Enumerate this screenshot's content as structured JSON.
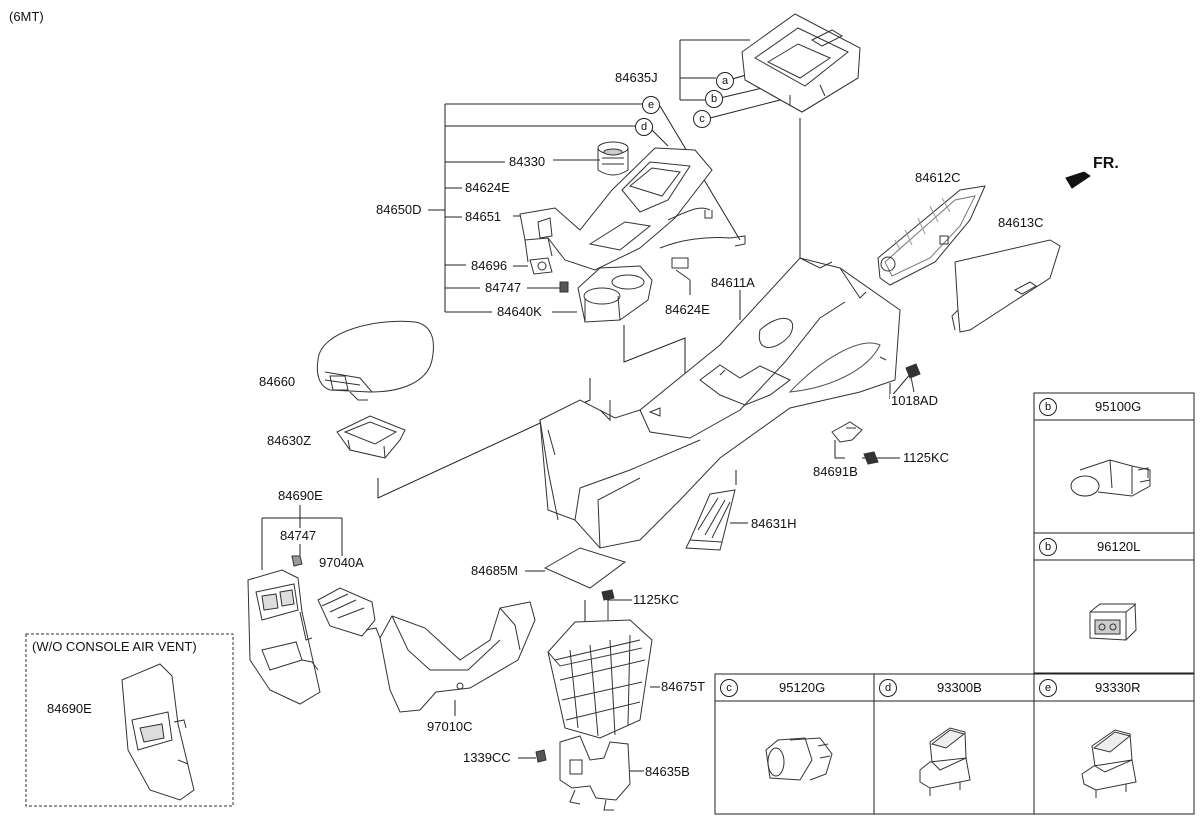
{
  "header": {
    "variant": "(6MT)"
  },
  "front_indicator": {
    "label": "FR."
  },
  "parts": {
    "p84635J": "84635J",
    "p84330": "84330",
    "p84624E_a": "84624E",
    "p84650D": "84650D",
    "p84651": "84651",
    "p84696": "84696",
    "p84747_a": "84747",
    "p84640K": "84640K",
    "p84624E_b": "84624E",
    "p84611A": "84611A",
    "p84612C": "84612C",
    "p84613C": "84613C",
    "p1018AD": "1018AD",
    "p84660": "84660",
    "p84630Z": "84630Z",
    "p84691B": "84691B",
    "p1125KC_a": "1125KC",
    "p84690E": "84690E",
    "p84747_b": "84747",
    "p97040A": "97040A",
    "p84631H": "84631H",
    "p84685M": "84685M",
    "p1125KC_b": "1125KC",
    "p84675T": "84675T",
    "p97010C": "97010C",
    "p1339CC": "1339CC",
    "p84635B": "84635B"
  },
  "callouts": {
    "a": "a",
    "b": "b",
    "c": "c",
    "d": "d",
    "e": "e"
  },
  "inset": {
    "title": "(W/O CONSOLE AIR VENT)",
    "part": "84690E"
  },
  "legend": [
    {
      "letter": "b",
      "part": "95100G"
    },
    {
      "letter": "b",
      "part": "96120L"
    },
    {
      "letter": "c",
      "part": "95120G"
    },
    {
      "letter": "d",
      "part": "93300B"
    },
    {
      "letter": "e",
      "part": "93330R"
    }
  ]
}
